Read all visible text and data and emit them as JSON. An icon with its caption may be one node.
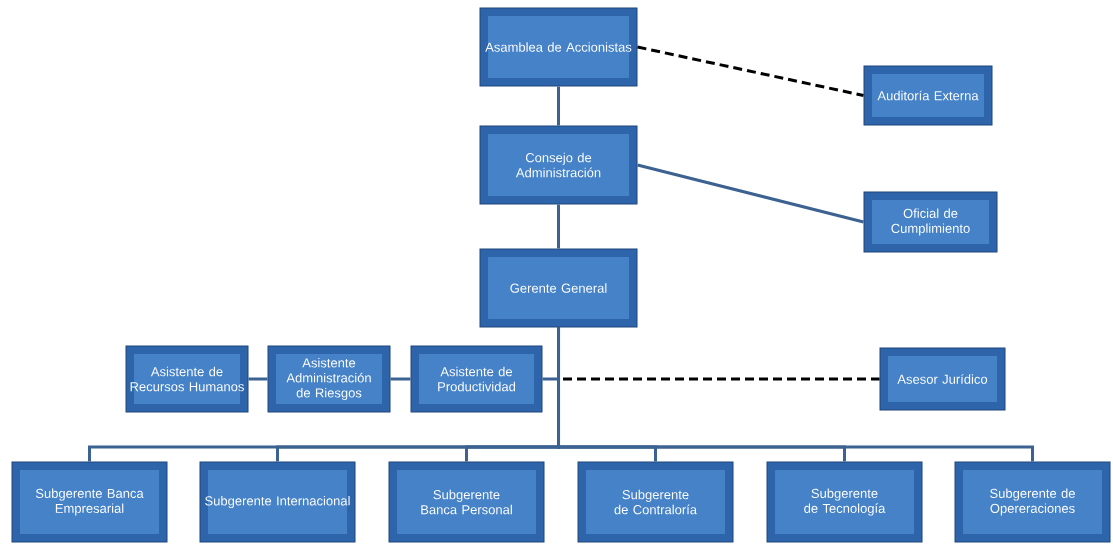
{
  "diagram": {
    "nodes": [
      {
        "text": [
          "Asamblea de Accionistas"
        ]
      },
      {
        "text": [
          "Auditoría Externa"
        ]
      },
      {
        "text": [
          "Consejo de Administración"
        ]
      },
      {
        "text": [
          "Oficial de Cumplimiento"
        ]
      },
      {
        "text": [
          "Gerente General"
        ]
      },
      {
        "text": [
          "Asistente de Recursos Humanos"
        ]
      },
      {
        "text": [
          "Asistente Administración de Riesgos"
        ]
      },
      {
        "text": [
          "Asistente de Productividad"
        ]
      },
      {
        "text": [
          "Asesor Jurídico"
        ]
      },
      {
        "text": [
          "Subgerente Banca Empresarial"
        ]
      },
      {
        "text": [
          "Subgerente Internacional"
        ]
      },
      {
        "text": [
          "Subgerente Banca Personal"
        ]
      },
      {
        "text": [
          "Subgerente de Contraloría"
        ]
      },
      {
        "text": [
          "Subgerente de Tecnología"
        ]
      },
      {
        "text": [
          "Subgerente de Opereraciones"
        ]
      }
    ],
    "edges": [
      {
        "from": 0,
        "to": 2,
        "arrow": "none"
      },
      {
        "from": 0,
        "to": 1,
        "arrow": "none",
        "style": "dashed",
        "color": "#000000"
      },
      {
        "from": 2,
        "to": 4,
        "arrow": "none"
      },
      {
        "from": 2,
        "to": 3,
        "arrow": "none"
      },
      {
        "from": 4,
        "to": 7,
        "arrow": "none"
      },
      {
        "from": 7,
        "to": 6,
        "arrow": "none"
      },
      {
        "from": 6,
        "to": 5,
        "arrow": "none"
      },
      {
        "from": 4,
        "to": 8,
        "arrow": "none",
        "style": "dashed",
        "color": "#000000"
      },
      {
        "from": 4,
        "to": 9,
        "arrow": "none"
      },
      {
        "from": 4,
        "to": 10,
        "arrow": "none"
      },
      {
        "from": 4,
        "to": 11,
        "arrow": "none"
      },
      {
        "from": 4,
        "to": 12,
        "arrow": "none"
      },
      {
        "from": 4,
        "to": 13,
        "arrow": "none"
      },
      {
        "from": 4,
        "to": 14,
        "arrow": "none"
      }
    ]
  }
}
